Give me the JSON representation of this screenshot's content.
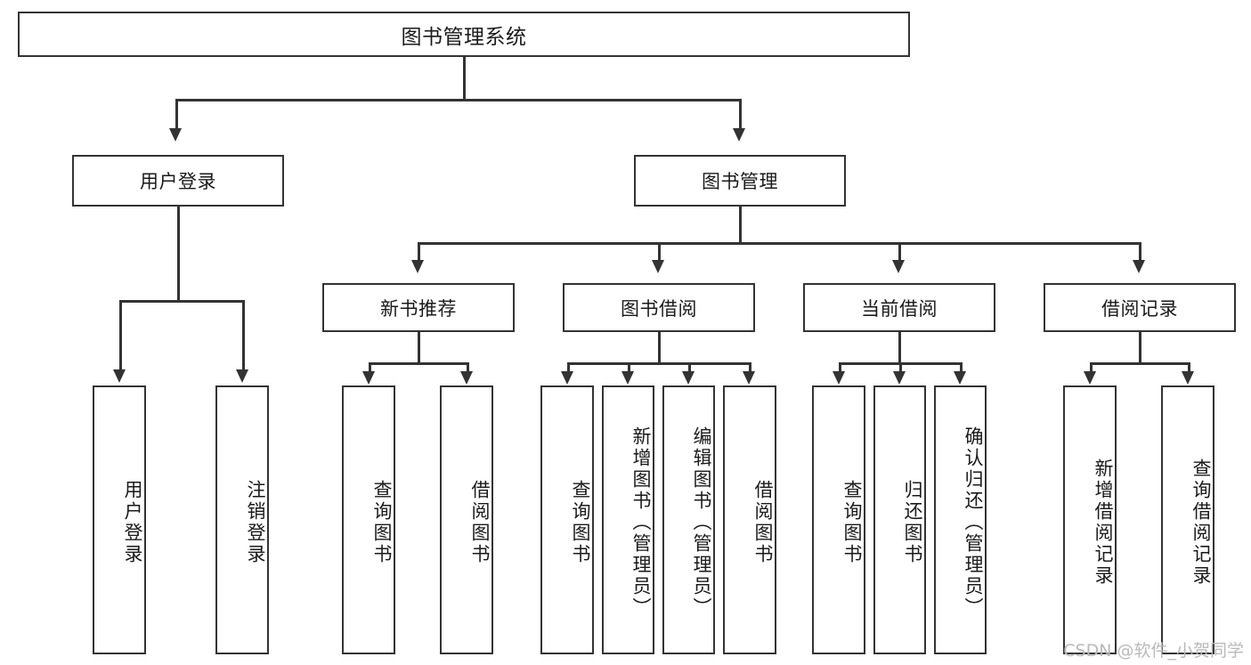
{
  "diagram": {
    "type": "tree",
    "title": "图书管理系统",
    "root": {
      "label": "图书管理系统"
    },
    "level1": [
      {
        "id": "user-login",
        "label": "用户登录"
      },
      {
        "id": "book-manage",
        "label": "图书管理"
      }
    ],
    "level2": [
      {
        "id": "new-book-recommend",
        "label": "新书推荐",
        "parent": "book-manage"
      },
      {
        "id": "book-borrow",
        "label": "图书借阅",
        "parent": "book-manage"
      },
      {
        "id": "current-borrow",
        "label": "当前借阅",
        "parent": "book-manage"
      },
      {
        "id": "borrow-record",
        "label": "借阅记录",
        "parent": "book-manage"
      }
    ],
    "leaves": {
      "user-login": [
        {
          "id": "leaf-user-login",
          "label": "用户登录"
        },
        {
          "id": "leaf-logout-login",
          "label": "注销登录"
        }
      ],
      "new-book-recommend": [
        {
          "id": "leaf-query-book-1",
          "label": "查询图书"
        },
        {
          "id": "leaf-borrow-book-1",
          "label": "借阅图书"
        }
      ],
      "book-borrow": [
        {
          "id": "leaf-query-book-2",
          "label": "查询图书"
        },
        {
          "id": "leaf-add-book",
          "label": "新增图书（管理员）"
        },
        {
          "id": "leaf-edit-book",
          "label": "编辑图书（管理员）"
        },
        {
          "id": "leaf-borrow-book-2",
          "label": "借阅图书"
        }
      ],
      "current-borrow": [
        {
          "id": "leaf-query-book-3",
          "label": "查询图书"
        },
        {
          "id": "leaf-return-book",
          "label": "归还图书"
        },
        {
          "id": "leaf-confirm-return",
          "label": "确认归还（管理员）"
        }
      ],
      "borrow-record": [
        {
          "id": "leaf-add-record",
          "label": "新增借阅记录"
        },
        {
          "id": "leaf-query-record",
          "label": "查询借阅记录"
        }
      ]
    }
  },
  "watermark": {
    "text": "CSDN @软件_小贺同学"
  },
  "colors": {
    "stroke": "#333333",
    "fill": "#ffffff",
    "text": "#1a1a1a",
    "watermark": "#b9b9b9"
  }
}
